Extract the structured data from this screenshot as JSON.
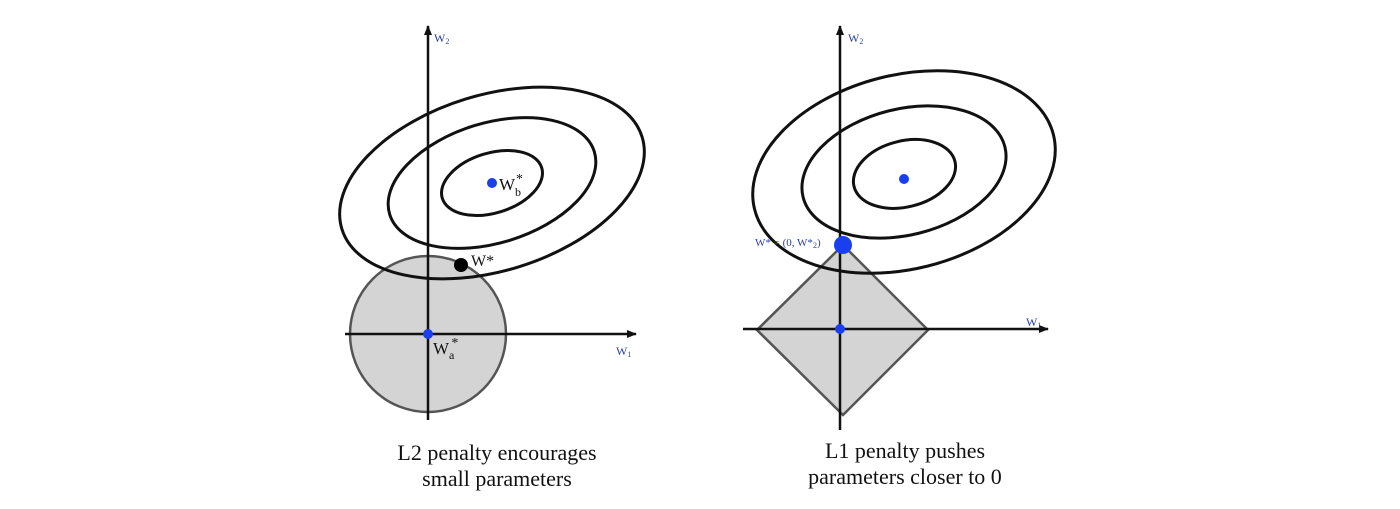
{
  "left_panel": {
    "axis_label_w2": "W",
    "axis_label_w2_sub": "2",
    "axis_label_w1": "W",
    "axis_label_w1_sub": "1",
    "point_b_label": "W",
    "point_b_sub": "b",
    "point_b_sup": "*",
    "point_w_label": "W*",
    "point_a_label": "W",
    "point_a_sub": "a",
    "point_a_sup": "*",
    "caption_line1": "L2 penalty encourages",
    "caption_line2": "small parameters"
  },
  "right_panel": {
    "axis_label_w2": "W",
    "axis_label_w2_sub": "2",
    "axis_label_w1": "W",
    "axis_label_w1_sub": "1",
    "point_w_label": "W* = (0, W*",
    "point_w_label_sub": "2",
    "point_w_label_end": ")",
    "caption_line1": "L1 penalty pushes",
    "caption_line2": "parameters closer to 0"
  },
  "colors": {
    "axis": "#111111",
    "contour": "#111111",
    "constraint_fill": "#d4d4d4",
    "constraint_stroke": "#555555",
    "point_blue": "#1a3ff0",
    "point_black": "#000000",
    "label_blue": "#2b3fa8"
  }
}
